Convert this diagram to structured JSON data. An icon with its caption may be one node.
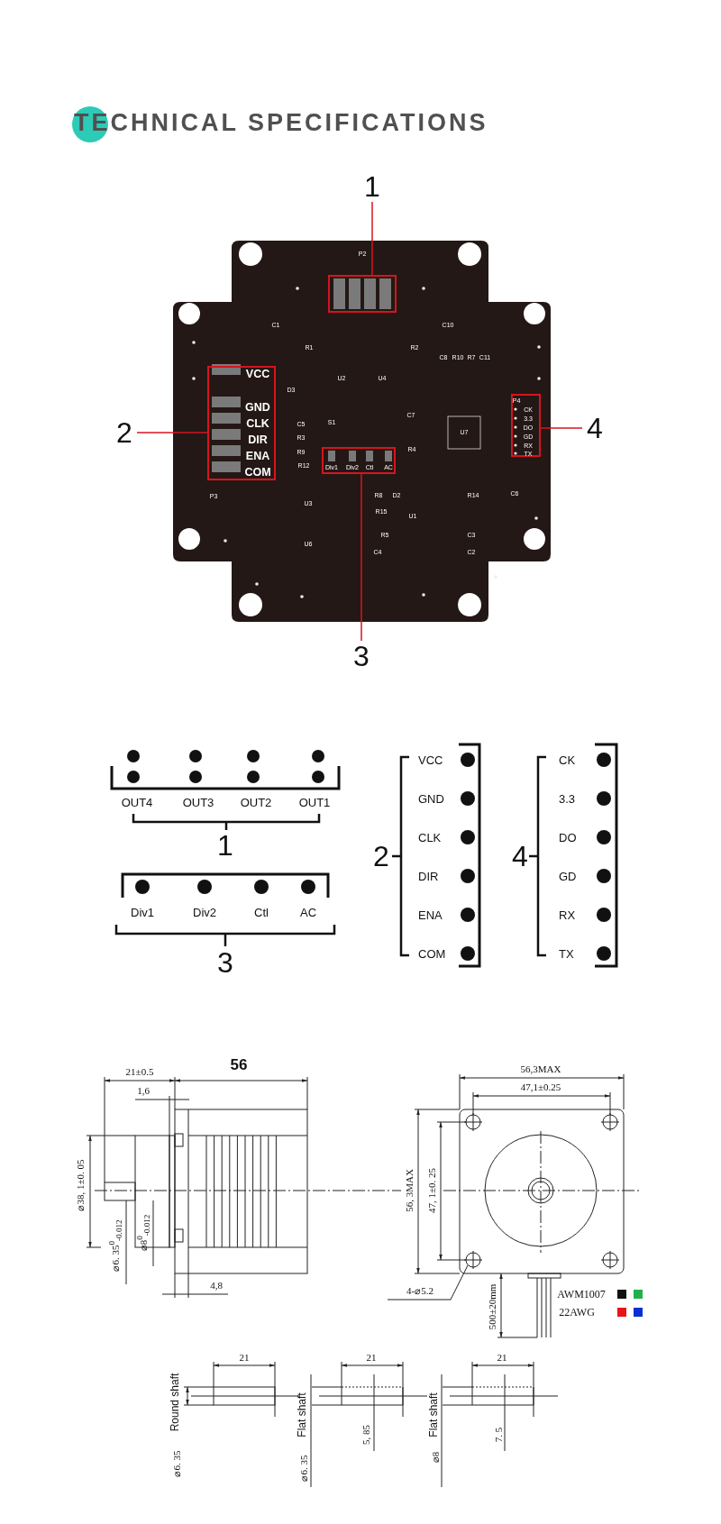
{
  "diagram": {
    "title": "TECHNICAL SPECIFICATIONS",
    "nodes": [
      {
        "text": [
          "1"
        ]
      },
      {
        "text": [],
        "shape": "box"
      },
      {
        "text": [
          "2"
        ]
      },
      {
        "text": [
          "VCC",
          "GND",
          "CLK",
          "DIR",
          "ENA",
          "COM"
        ]
      },
      {
        "text": [
          "3"
        ]
      },
      {
        "text": [
          "Div1",
          "Div2",
          "Ctl",
          "AC"
        ]
      },
      {
        "text": [
          "4"
        ]
      },
      {
        "text": [
          "P4",
          "CK",
          "3.3",
          "DO",
          "GD",
          "RX",
          "TX"
        ]
      }
    ],
    "edges": [
      {
        "from": 0,
        "to": 1,
        "arrow": "none"
      },
      {
        "from": 2,
        "to": 3,
        "arrow": "none"
      },
      {
        "from": 4,
        "to": 5,
        "arrow": "none"
      },
      {
        "from": 6,
        "to": 7,
        "arrow": "none"
      }
    ],
    "labels": [
      "P2",
      "C1",
      "R1",
      "C10",
      "R2",
      "U2",
      "U4",
      "C8",
      "R10",
      "R7",
      "C11",
      "D3",
      "S1",
      "C7",
      "C5",
      "R3",
      "U7",
      "R4",
      "R9",
      "R12",
      "P3",
      "R8",
      "D2",
      "R14",
      "C6",
      "U3",
      "R15",
      "U1",
      "R5",
      "C3",
      "U6",
      "C4",
      "C2",
      "OUT4",
      "OUT3",
      "OUT2",
      "OUT1",
      "1",
      "Div1",
      "Div2",
      "Ctl",
      "AC",
      "3",
      "2",
      "VCC",
      "GND",
      "CLK",
      "DIR",
      "ENA",
      "COM",
      "4",
      "CK",
      "3.3",
      "DO",
      "GD",
      "RX",
      "TX",
      "21±0.5",
      "56",
      "1,6",
      "⌀38, 1±0. 05",
      "⌀6. 35$^{0}$$_{-0.012}$",
      "⌀8$^{0}$$_{-0.012}$",
      "4,8",
      "56,3MAX",
      "47,1±0.25",
      "56, 3MAX",
      "47, 1±0. 25",
      "4-⌀5.2",
      "500±20mm",
      "AWM1007",
      "22AWG",
      "21",
      "⌀6. 35",
      "Round shaft",
      "21",
      "⌀6. 35",
      "Flat shaft",
      "5, 85",
      "21",
      "⌀8",
      "Flat shaft",
      "7. 5"
    ]
  }
}
